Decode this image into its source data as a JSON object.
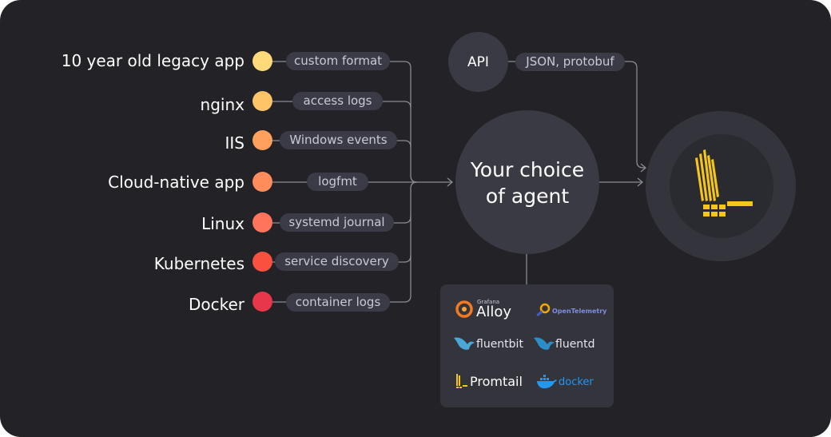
{
  "sources": [
    {
      "name": "10 year old legacy app",
      "format": "custom format",
      "color": "#ffd97a"
    },
    {
      "name": "nginx",
      "format": "access logs",
      "color": "#ffc468"
    },
    {
      "name": "IIS",
      "format": "Windows events",
      "color": "#ffa15c"
    },
    {
      "name": "Cloud-native app",
      "format": "logfmt",
      "color": "#ff8d5c"
    },
    {
      "name": "Linux",
      "format": "systemd journal",
      "color": "#ff745a"
    },
    {
      "name": "Kubernetes",
      "format": "service discovery",
      "color": "#f9503f"
    },
    {
      "name": "Docker",
      "format": "container logs",
      "color": "#e8364a"
    }
  ],
  "api": {
    "label": "API",
    "format": "JSON, protobuf"
  },
  "agent": {
    "line1": "Your choice",
    "line2": "of agent"
  },
  "agents": {
    "alloy": {
      "prefix": "Grafana",
      "name": "Alloy"
    },
    "otel": {
      "name": "OpenTelemetry"
    },
    "fluentbit": {
      "name": "fluentbit"
    },
    "fluentd": {
      "name": "fluentd"
    },
    "promtail": {
      "name": "Promtail"
    },
    "docker": {
      "name": "docker"
    }
  },
  "colors": {
    "background": "#232327",
    "pill": "#3b3b47",
    "circle": "#3a3a44",
    "line": "#8b8b96",
    "loki": "#f5c518"
  }
}
